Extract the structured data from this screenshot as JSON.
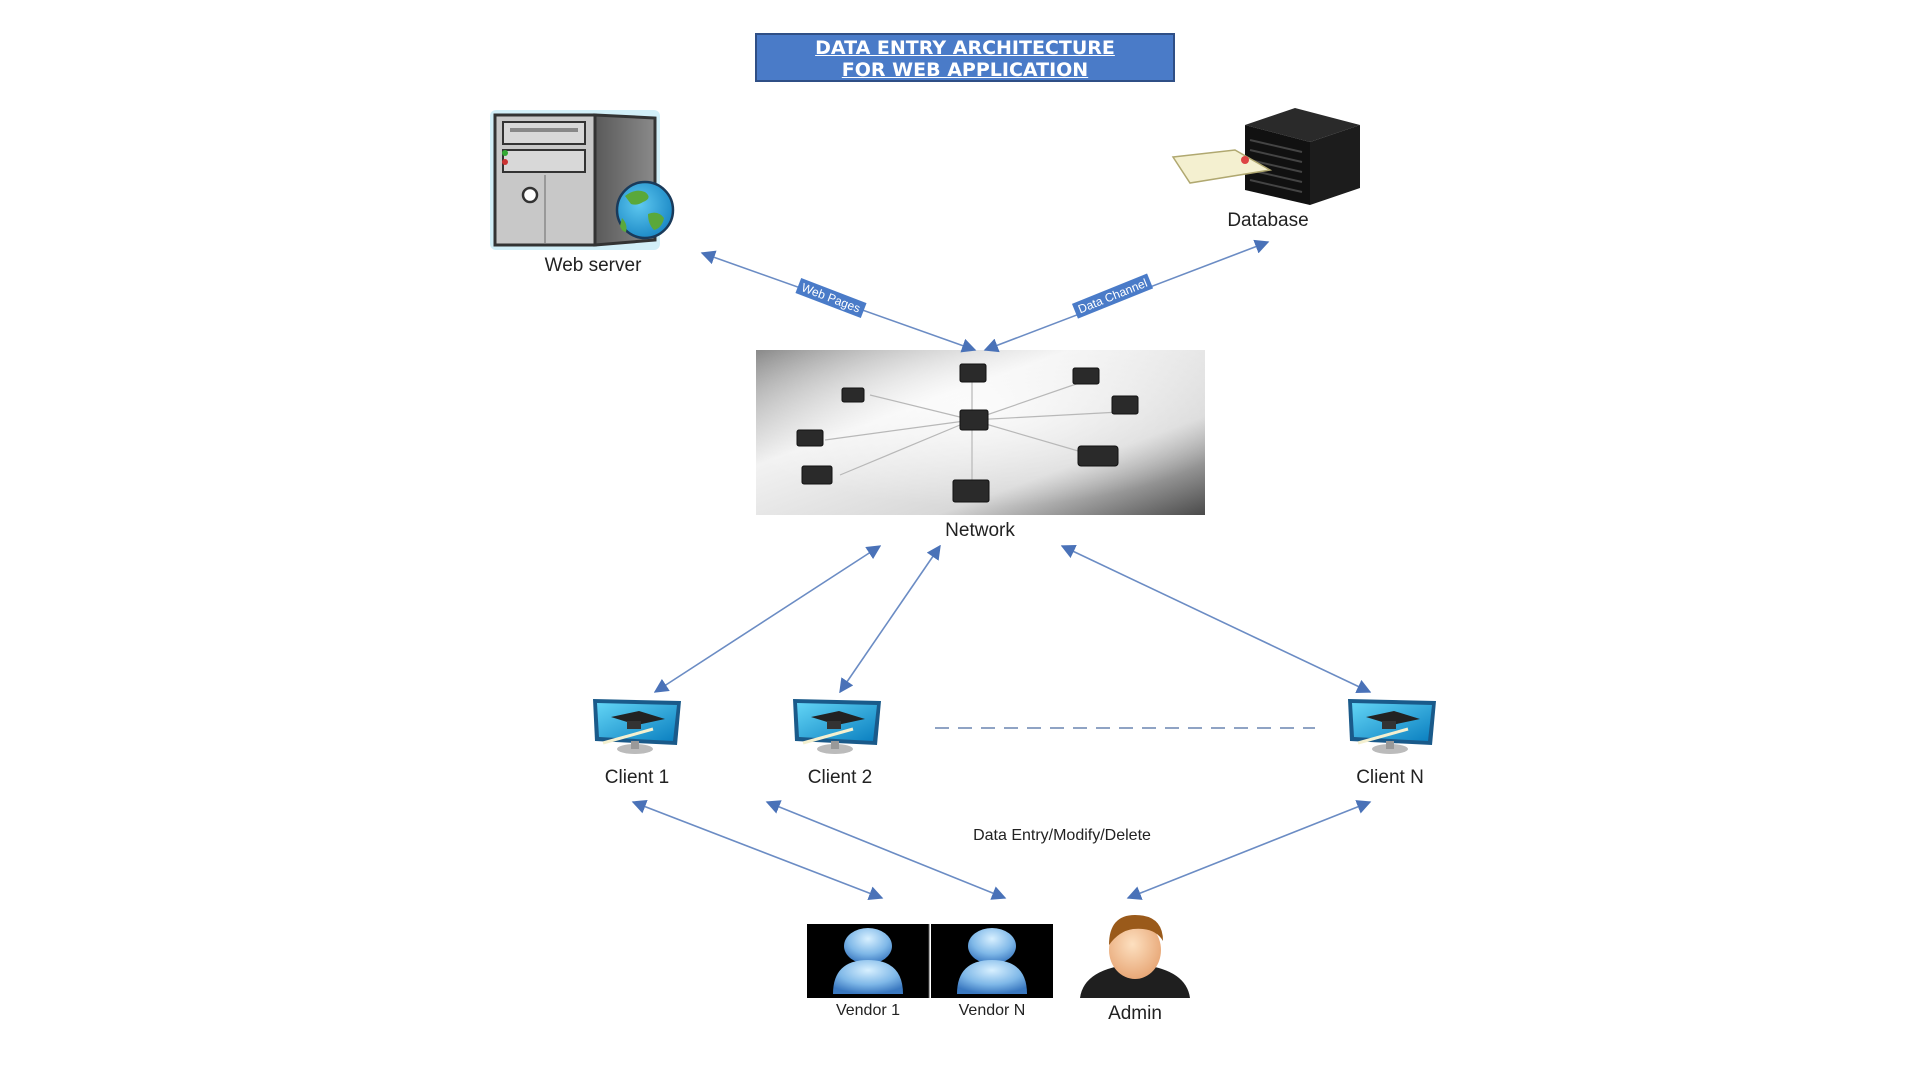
{
  "title": {
    "line1": "DATA ENTRY ARCHITECTURE",
    "line2": "FOR WEB APPLICATION",
    "bg_color": "#4a7bc8"
  },
  "nodes": {
    "web_server": {
      "label": "Web server",
      "icon": "server-globe-icon"
    },
    "database": {
      "label": "Database",
      "icon": "database-server-icon"
    },
    "network": {
      "label": "Network",
      "icon": "network-star-topology-image"
    },
    "client_1": {
      "label": "Client 1",
      "icon": "monitor-icon"
    },
    "client_2": {
      "label": "Client 2",
      "icon": "monitor-icon"
    },
    "client_n": {
      "label": "Client N",
      "icon": "monitor-icon"
    },
    "vendor_1": {
      "label": "Vendor 1",
      "icon": "user-silhouette-icon"
    },
    "vendor_n": {
      "label": "Vendor N",
      "icon": "user-silhouette-icon"
    },
    "admin": {
      "label": "Admin",
      "icon": "admin-person-icon"
    }
  },
  "edges": [
    {
      "from": "web_server",
      "to": "network",
      "label": "Web Pages",
      "bidirectional": true
    },
    {
      "from": "database",
      "to": "network",
      "label": "Data Channel",
      "bidirectional": true
    },
    {
      "from": "network",
      "to": "client_1",
      "bidirectional": true
    },
    {
      "from": "network",
      "to": "client_2",
      "bidirectional": true
    },
    {
      "from": "network",
      "to": "client_n",
      "bidirectional": true
    },
    {
      "from": "client_1",
      "to": "vendor_1",
      "bidirectional": true
    },
    {
      "from": "client_2",
      "to": "vendor_n",
      "bidirectional": true
    },
    {
      "from": "client_n",
      "to": "admin",
      "bidirectional": true
    }
  ],
  "annotations": {
    "client_actions": "Data Entry/Modify/Delete",
    "clients_continuation": "dashed-line"
  },
  "colors": {
    "arrow": "#6b8cc4",
    "label_tag": "#4a7bc8",
    "text": "#222222"
  }
}
